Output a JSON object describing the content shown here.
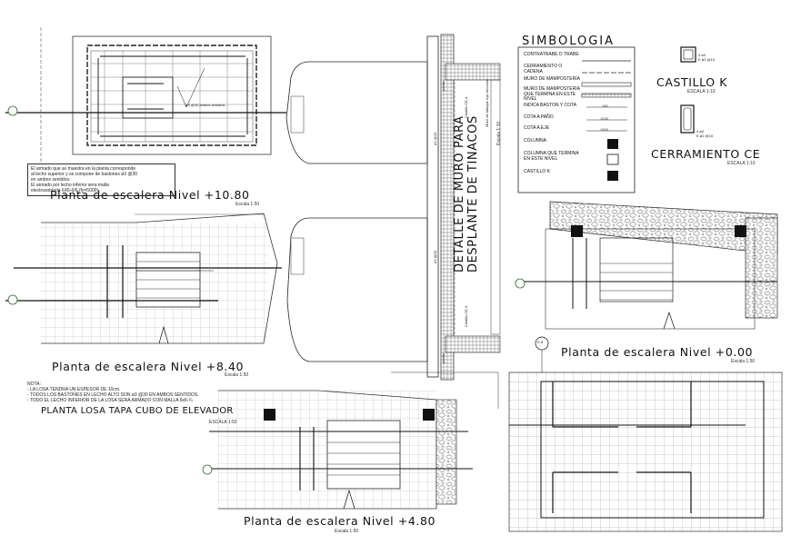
{
  "titles": {
    "plan_1080": "Planta de escalera Nivel +10.80",
    "plan_840": "Planta de escalera Nivel +8.40",
    "plan_480": "Planta de escalera Nivel +4.80",
    "plan_000": "Planta de escalera Nivel +0.00",
    "losa_tapa": "PLANTA LOSA TAPA CUBO DE ELEVADOR",
    "muro_line1": "DETALLE DE MURO PARA",
    "muro_line2": "DESPLANTE DE TINACOS",
    "castillo_k": "CASTILLO K",
    "cerramiento_ce": "CERRAMIENTO CE"
  },
  "scales": {
    "s_1080": "Escala 1:50",
    "s_840": "Escala 1:50",
    "s_480": "Escala 1:50",
    "s_000": "Escala 1:50",
    "s_losa": "ESCALA 1:50",
    "s_castillo": "ESCALA 1:10",
    "s_cerramiento": "ESCALA 1:10",
    "s_muro": "Escala 1:10"
  },
  "notes": {
    "armado_1": "El armado que se muestra en la planta corresponde",
    "armado_2": "al lecho superior y se compone de bastones ø3 @30",
    "armado_3": "en ambos sentidos.",
    "armado_4": "El armado por lecho inferior sera malla",
    "armado_5": "electrosoldada 6X6-6/6 (fy=5000).",
    "nota_label": "NOTA:",
    "nota_1": "- LA LOSA TENDRA UN ESPESOR DE 10cm.",
    "nota_2": "- TODOS LOS BASTONES EN LECHO ALTO SON ø3 @30 EN AMBOS SENTIDOS.",
    "nota_3": "- TODO EL LECHO INFERIOR DE LA LOSA SERA ARMADO CON MALLA 6x6-¼",
    "bastones_label": "ø3 @30 ambos sentidos"
  },
  "simbologia": {
    "title": "SIMBOLOGIA",
    "rows": [
      {
        "label": "CONTRATRABE O TRABE"
      },
      {
        "label": "CERRAMIENTO O CADENA"
      },
      {
        "label": "MURO DE MAMPOSTERIA"
      },
      {
        "label": "MURO DE MAMPOSTERIA QUE TERMINA EN ESTE NIVEL"
      },
      {
        "label": "INDICA BASTON Y COTA",
        "value": "100"
      },
      {
        "label": "COTA A PAÑO",
        "value": "1200"
      },
      {
        "label": "COTA A EJE",
        "value": "1200"
      },
      {
        "label": "COLUMNA"
      },
      {
        "label": "COLUMNA QUE TERMINA EN ESTE NIVEL"
      },
      {
        "label": "CASTILLO K"
      }
    ]
  },
  "castillo_spec": {
    "line1": "4 ø3",
    "line2": "E ø2 @15"
  },
  "cerramiento_spec": {
    "line1": "4 ø3",
    "line2": "E ø2 @15"
  },
  "muro_labels": {
    "a": "Muro de tabique rojo recocido",
    "b": "Castillo CE-4",
    "c": "Castillo CE-4",
    "d": "ø2 @20",
    "e": "ø2 @20",
    "f": "perrito",
    "g": "perrito"
  },
  "eje_marker": "E-6"
}
